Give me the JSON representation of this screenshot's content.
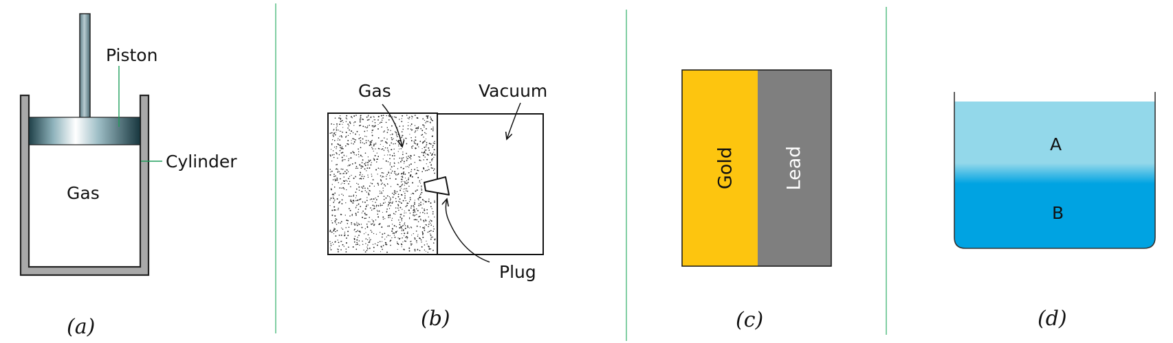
{
  "colors": {
    "divider": "#3cb371",
    "gold": "#fdc50f",
    "lead": "#7f7f7f",
    "liquid_a": "#93d8ea",
    "liquid_b": "#00a3e2",
    "cylinder_wall": "#a9a9a9"
  },
  "panels": [
    {
      "caption": "(a)",
      "labels": {
        "piston": "Piston",
        "cylinder": "Cylinder",
        "gas": "Gas"
      }
    },
    {
      "caption": "(b)",
      "labels": {
        "gas": "Gas",
        "vacuum": "Vacuum",
        "plug": "Plug"
      }
    },
    {
      "caption": "(c)",
      "labels": {
        "gold": "Gold",
        "lead": "Lead"
      }
    },
    {
      "caption": "(d)",
      "labels": {
        "a": "A",
        "b": "B"
      }
    }
  ]
}
